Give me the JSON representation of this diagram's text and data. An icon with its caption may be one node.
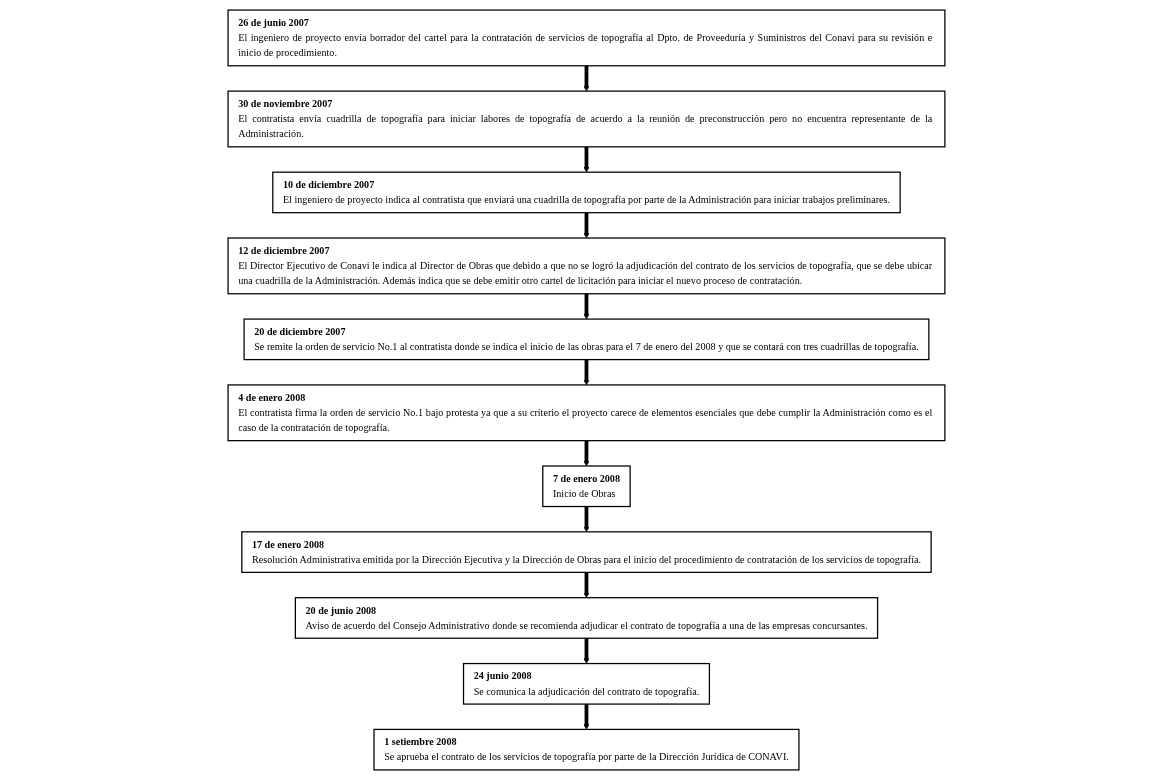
{
  "diagram": {
    "nodes": [
      {
        "text": [
          "26 de junio 2007",
          "El ingeniero de proyecto envía borrador del cartel para la contratación de servicios de topografía al Dpto. de Proveeduría y Suministros del Conavi para su revisión e inicio de procedimiento."
        ]
      },
      {
        "text": [
          "30 de noviembre 2007",
          "El contratista envía cuadrilla de topografía para iniciar labores de topografía de acuerdo a la reunión de preconstrucción pero no encuentra representante de la Administración."
        ]
      },
      {
        "text": [
          "10 de diciembre 2007",
          "El ingeniero de proyecto indica al contratista que enviará una cuadrilla de topografía por parte de la Administración para iniciar trabajos preliminares."
        ]
      },
      {
        "text": [
          "12 de diciembre 2007",
          "El Director Ejecutivo de Conavi le indica al Director de Obras que debido a que no se logró la adjudicación del contrato de los servicios de topografía, que se debe ubicar una cuadrilla de la Administración. Además indica que se debe emitir otro cartel de licitación para iniciar el nuevo proceso de contratación."
        ]
      },
      {
        "text": [
          "20 de diciembre 2007",
          "Se remite la orden de servicio No.1 al contratista donde se indica el inicio de las obras para el 7 de enero del 2008 y que se contará con tres cuadrillas de topografía."
        ]
      },
      {
        "text": [
          "4 de enero 2008",
          "El contratista firma la orden de servicio No.1 bajo protesta ya que a su criterio el proyecto carece de elementos esenciales que debe cumplir la Administración como es el caso de la contratación de topografía."
        ]
      },
      {
        "text": [
          "7 de enero 2008",
          "Inicio de Obras"
        ]
      },
      {
        "text": [
          "17 de enero 2008",
          "Resolución Administrativa emitida por la Dirección Ejecutiva y la Dirección de Obras para el inicio del procedimiento de contratación de los servicios de topografía."
        ]
      },
      {
        "text": [
          "20 de junio 2008",
          "Aviso de acuerdo del Consejo Administrativo donde se recomienda adjudicar el contrato de topografía a una de las empresas concursantes."
        ]
      },
      {
        "text": [
          "24 junio 2008",
          "Se comunica la adjudicación del contrato de topografía."
        ]
      },
      {
        "text": [
          "1 setiembre 2008",
          "Se aprueba el contrato de los servicios de topografía por parte de la Dirección Jurídica de CONAVI."
        ]
      }
    ],
    "edges": [
      {
        "from": 0,
        "to": 1,
        "arrow": "to"
      },
      {
        "from": 1,
        "to": 2,
        "arrow": "to"
      },
      {
        "from": 2,
        "to": 3,
        "arrow": "to"
      },
      {
        "from": 3,
        "to": 4,
        "arrow": "to"
      },
      {
        "from": 4,
        "to": 5,
        "arrow": "to"
      },
      {
        "from": 5,
        "to": 6,
        "arrow": "to"
      },
      {
        "from": 6,
        "to": 7,
        "arrow": "to"
      },
      {
        "from": 7,
        "to": 8,
        "arrow": "to"
      },
      {
        "from": 8,
        "to": 9,
        "arrow": "to"
      },
      {
        "from": 9,
        "to": 10,
        "arrow": "to"
      }
    ]
  }
}
